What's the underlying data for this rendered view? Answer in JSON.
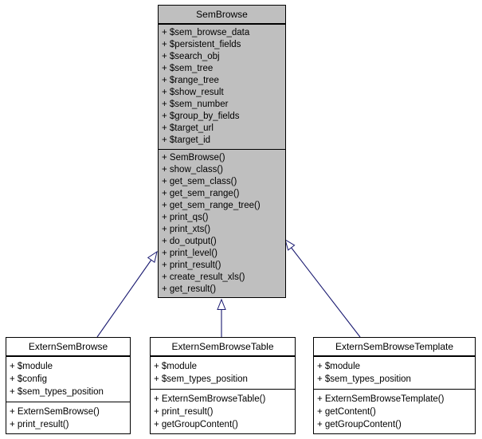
{
  "diagram": {
    "type": "uml-class-inheritance",
    "colors": {
      "focus_fill": "#bfbfbf",
      "box_fill": "#ffffff",
      "border": "#000000",
      "arrow": "#191970",
      "text": "#000000",
      "background": "#ffffff"
    }
  },
  "classes": [
    {
      "name": "SemBrowse",
      "attributes": [
        "+ $sem_browse_data",
        "+ $persistent_fields",
        "+ $search_obj",
        "+ $sem_tree",
        "+ $range_tree",
        "+ $show_result",
        "+ $sem_number",
        "+ $group_by_fields",
        "+ $target_url",
        "+ $target_id"
      ],
      "methods": [
        "+ SemBrowse()",
        "+ show_class()",
        "+ get_sem_class()",
        "+ get_sem_range()",
        "+ get_sem_range_tree()",
        "+ print_qs()",
        "+ print_xts()",
        "+ do_output()",
        "+ print_level()",
        "+ print_result()",
        "+ create_result_xls()",
        "+ get_result()"
      ]
    },
    {
      "name": "ExternSemBrowse",
      "attributes": [
        "+ $module",
        "+ $config",
        "+ $sem_types_position"
      ],
      "methods": [
        "+ ExternSemBrowse()",
        "+ print_result()"
      ]
    },
    {
      "name": "ExternSemBrowseTable",
      "attributes": [
        "+ $module",
        "+ $sem_types_position"
      ],
      "methods": [
        "+ ExternSemBrowseTable()",
        "+ print_result()",
        "+ getGroupContent()"
      ]
    },
    {
      "name": "ExternSemBrowseTemplate",
      "attributes": [
        "+ $module",
        "+ $sem_types_position"
      ],
      "methods": [
        "+ ExternSemBrowseTemplate()",
        "+ getContent()",
        "+ getGroupContent()"
      ]
    }
  ],
  "relations": [
    {
      "from": "ExternSemBrowse",
      "to": "SemBrowse",
      "type": "inheritance"
    },
    {
      "from": "ExternSemBrowseTable",
      "to": "SemBrowse",
      "type": "inheritance"
    },
    {
      "from": "ExternSemBrowseTemplate",
      "to": "SemBrowse",
      "type": "inheritance"
    }
  ]
}
